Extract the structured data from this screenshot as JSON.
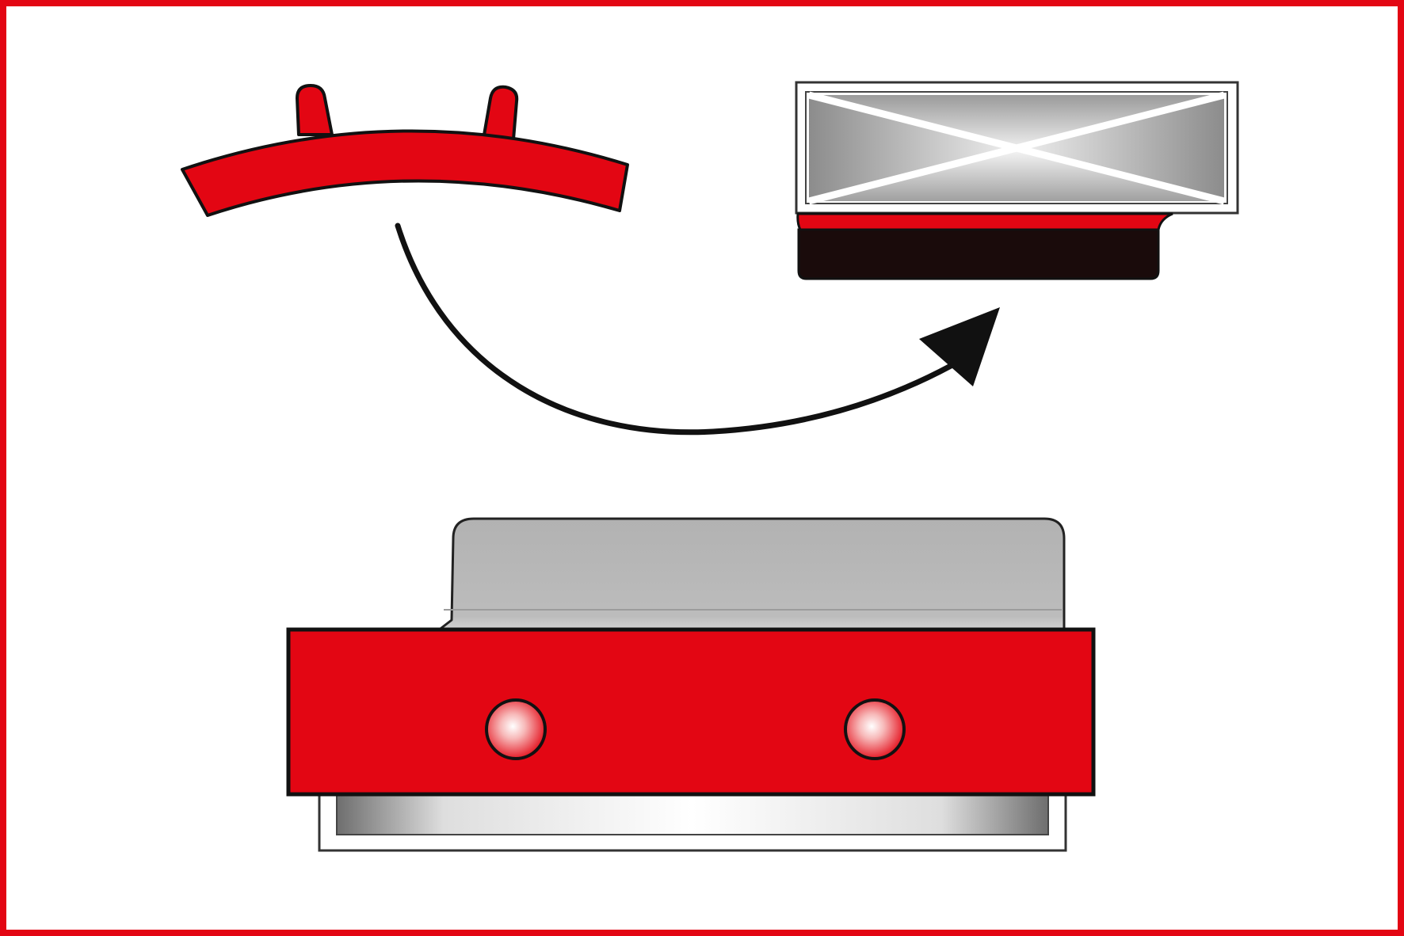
{
  "diagram": {
    "colors": {
      "frame": "#e30613",
      "part_red": "#e30613",
      "outline": "#111111",
      "dark_strip": "#1a0b0b",
      "silver": "#b4b4b4",
      "background": "#ffffff"
    },
    "elements": [
      "curved-red-bracket",
      "arrow",
      "mirror-glass-top-view",
      "assembled-mirror-mount"
    ]
  }
}
